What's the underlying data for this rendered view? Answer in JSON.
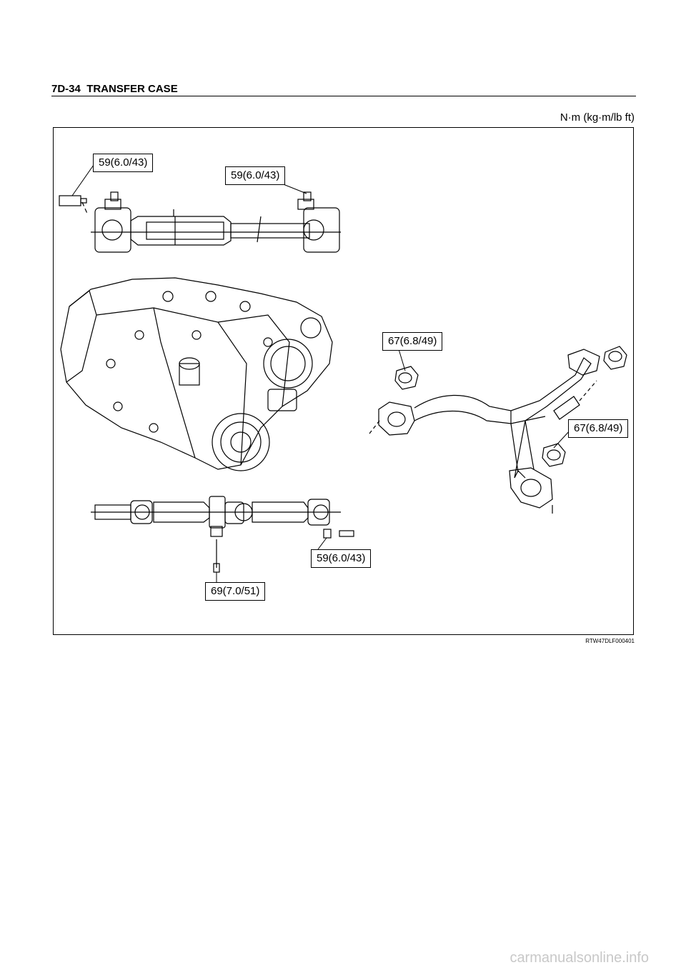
{
  "page": {
    "header": "7D-34  TRANSFER CASE",
    "units_label": "N·m (kg·m/lb ft)",
    "figure_code": "RTW47DLF000401",
    "watermark": "carmanualsonline.info"
  },
  "callouts": {
    "front_shaft_left": "59(6.0/43)",
    "front_shaft_right": "59(6.0/43)",
    "exhaust_pipe_upper": "67(6.8/49)",
    "exhaust_pipe_lower": "67(6.8/49)",
    "rear_shaft_flange": "59(6.0/43)",
    "rear_shaft_center_bearing": "69(7.0/51)"
  }
}
